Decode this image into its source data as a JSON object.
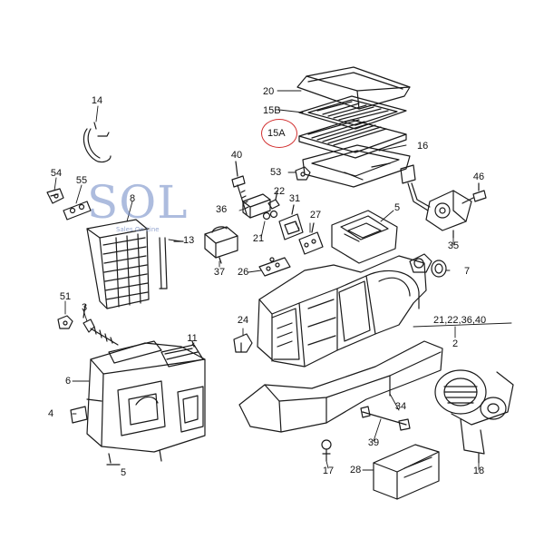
{
  "labels": {
    "p14": "14",
    "p54": "54",
    "p55": "55",
    "p8": "8",
    "p13": "13",
    "p51": "51",
    "p3": "3",
    "p6": "6",
    "p4": "4",
    "p11": "11",
    "p5left": "5",
    "p40": "40",
    "p36": "36",
    "p22": "22",
    "p21": "21",
    "p31": "31",
    "p27": "27",
    "p37": "37",
    "p26": "26",
    "p24": "24",
    "p20": "20",
    "p15B": "15B",
    "p15A": "15A",
    "p16": "16",
    "p53": "53",
    "p46": "46",
    "p5": "5",
    "p35": "35",
    "p7": "7",
    "p2group": "21,22,36,40",
    "p2": "2",
    "p34": "34",
    "p39": "39",
    "p17": "17",
    "p28": "28",
    "p18": "18"
  },
  "watermark": {
    "logo": "SOL",
    "tagline": "Sales On Line"
  },
  "colors": {
    "ink": "#1a1a1a",
    "highlight": "#d23030",
    "logo": "#6b86c4"
  }
}
